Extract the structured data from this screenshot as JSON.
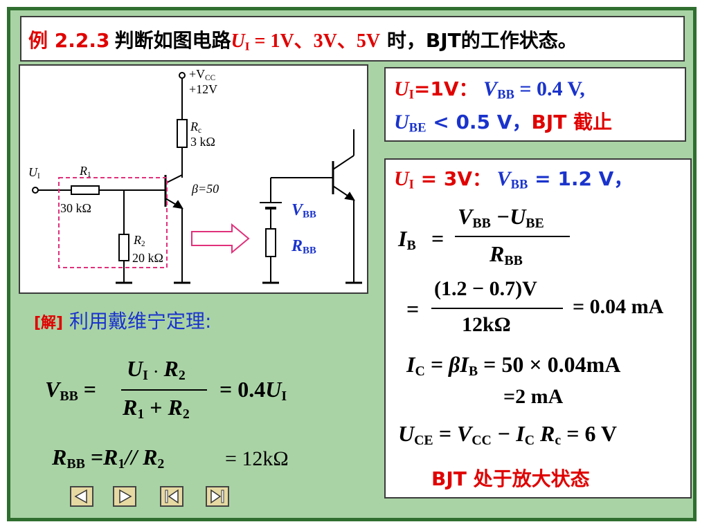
{
  "title": {
    "example_no": "例 2.2.3",
    "text_before": "判断如图电路",
    "ui_symbol": "U",
    "ui_sub": "I",
    "values": " = 1V、3V、5V",
    "text_after": " 时，BJT的工作状态。"
  },
  "circuit": {
    "vcc_label": "+V",
    "vcc_sub": "CC",
    "vcc_value": "+12V",
    "rc_label": "R",
    "rc_sub": "c",
    "rc_value": "3 kΩ",
    "ui_label": "U",
    "ui_sub": "I",
    "r1_label": "R",
    "r1_sub": "1",
    "r1_value": "30 kΩ",
    "r2_label": "R",
    "r2_sub": "2",
    "r2_value": "20 kΩ",
    "beta": "β=50",
    "vbb_label": "V",
    "vbb_sub": "BB",
    "rbb_label": "R",
    "rbb_sub": "BB"
  },
  "solution": {
    "label": "[解]",
    "text": " 利用戴维宁定理:",
    "vbb_eq_lhs": "V",
    "vbb_eq_lhs_sub": "BB",
    "vbb_num": "U",
    "vbb_num_sub": "I",
    "vbb_num_dot": "·",
    "vbb_num_r": "R",
    "vbb_num_r_sub": "2",
    "vbb_den": "R",
    "vbb_den_sub1": "1",
    "vbb_den_plus": " + ",
    "vbb_den_r": "R",
    "vbb_den_sub2": "2",
    "vbb_result": "= 0.4",
    "vbb_result_u": "U",
    "vbb_result_sub": "I",
    "rbb_lhs": "R",
    "rbb_lhs_sub": "BB",
    "rbb_eq": " =R",
    "rbb_eq_sub": "1",
    "rbb_par": "// R",
    "rbb_par_sub": "2",
    "rbb_result": "= 12kΩ"
  },
  "case1": {
    "ui": "U",
    "ui_sub": "I",
    "eq": "=1V：",
    "vbb": "V",
    "vbb_sub": "BB",
    "vbb_val": " = 0.4 V,",
    "ube": "U",
    "ube_sub": "BE",
    "ube_val": " < 0.5 V，",
    "state": "BJT 截止"
  },
  "case2": {
    "ui": "U",
    "ui_sub": "I",
    "eq": " = 3V：",
    "vbb": "V",
    "vbb_sub": "BB",
    "vbb_val": " = 1.2 V，",
    "ib": "I",
    "ib_sub": "B",
    "eq_sign": "=",
    "ib_num_v": "V",
    "ib_num_v_sub": "BB",
    "ib_num_minus": " −U",
    "ib_num_u_sub": "BE",
    "ib_den": "R",
    "ib_den_sub": "BB",
    "calc_num": "(1.2 − 0.7)V",
    "calc_den": "12kΩ",
    "calc_result": "= 0.04 mA",
    "ic": "I",
    "ic_sub": "C",
    "ic_eq": " = βI",
    "ic_eq_sub": "B",
    "ic_val": " = 50 × 0.04mA",
    "ic_result": "=2 mA",
    "uce": "U",
    "uce_sub": "CE",
    "uce_eq": " = V",
    "uce_eq_sub": "CC",
    "uce_minus": " − I",
    "uce_minus_sub": "C",
    "uce_rc": " R",
    "uce_rc_sub": "c",
    "uce_val": " = 6 V",
    "state": "BJT 处于放大状态"
  },
  "nav": {
    "prev": "previous-slide",
    "next": "next-slide",
    "first": "first-slide",
    "last": "last-slide"
  },
  "colors": {
    "background": "#a9d3a5",
    "frame": "#2f6e2f",
    "red": "#e00000",
    "blue": "#1a33cc",
    "magenta": "#d8006a",
    "dashed": "#e0307a"
  }
}
